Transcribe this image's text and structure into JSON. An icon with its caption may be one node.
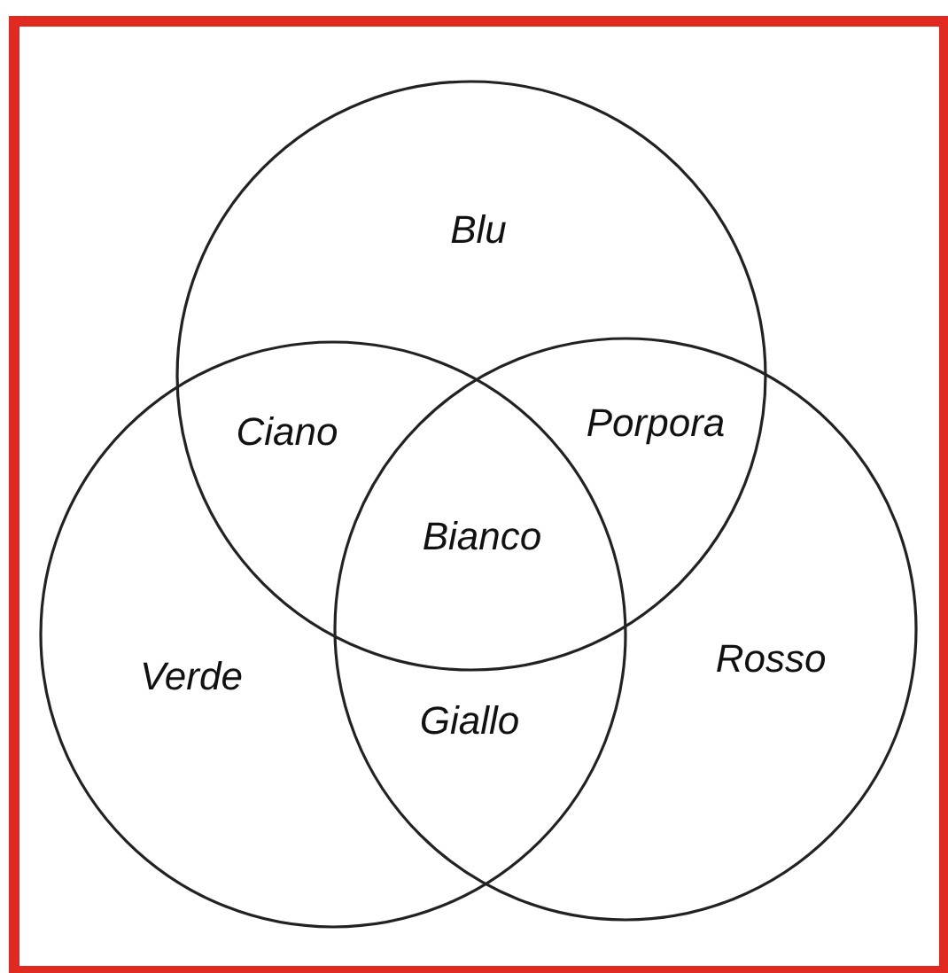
{
  "diagram": {
    "nodes": [
      {
        "text": [
          "Blu"
        ]
      },
      {
        "text": [
          "Verde"
        ]
      },
      {
        "text": [
          "Rosso"
        ]
      }
    ],
    "labels": [
      "Ciano",
      "Porpora",
      "Bianco",
      "Giallo"
    ]
  }
}
